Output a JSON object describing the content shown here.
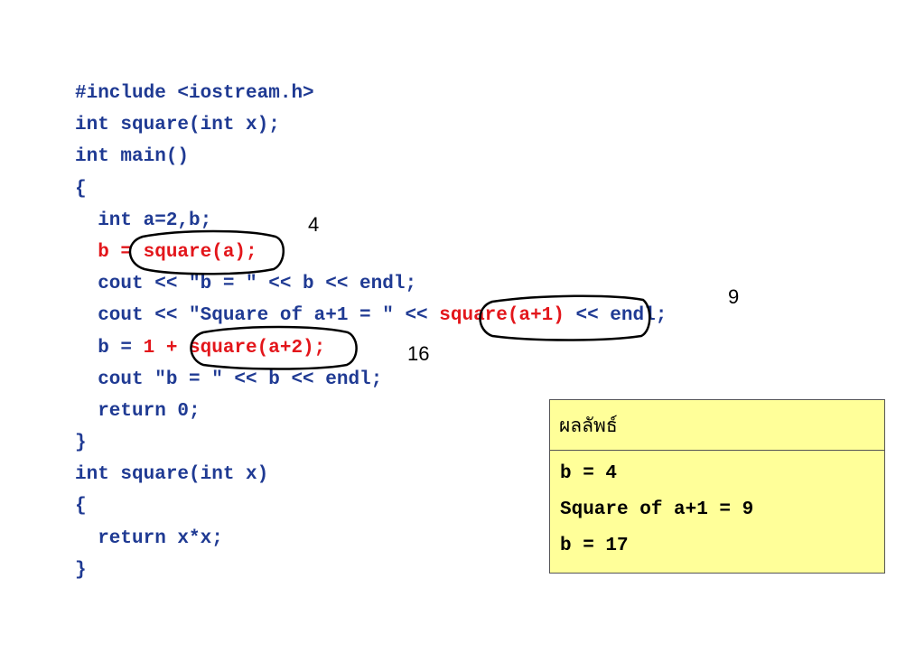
{
  "code": {
    "lines": [
      {
        "a": "#include <iostream.h>"
      },
      {
        "a": "int square(int x);"
      },
      {
        "a": "int main()"
      },
      {
        "a": "{"
      },
      {
        "a": "  int a=2,b;"
      },
      {
        "r": "  b = square(a);"
      },
      {
        "a": "  cout << \"b = \" << b << endl;"
      },
      {
        "a": "  cout << \"Square of a+1 = \" << ",
        "r": "square(a+1)",
        "b": " << endl;"
      },
      {
        "a": "  b = ",
        "r": "1 + square(a+2);"
      },
      {
        "a": "  cout \"b = \" << b << endl;"
      },
      {
        "a": "  return 0;"
      },
      {
        "a": "}"
      },
      {
        "a": "int square(int x)"
      },
      {
        "a": "{"
      },
      {
        "a": "  return x*x;"
      },
      {
        "a": "}"
      }
    ]
  },
  "annotations": {
    "result_a": "4",
    "result_a1": "9",
    "result_a2": "16"
  },
  "output_box": {
    "title": "ผลลัพธ์",
    "lines": [
      "b = 4",
      "Square of a+1 = 9",
      "b = 17"
    ]
  },
  "colors": {
    "code_blue": "#1f3a93",
    "highlight_red": "#e3161b",
    "output_bg": "#ffff99"
  }
}
